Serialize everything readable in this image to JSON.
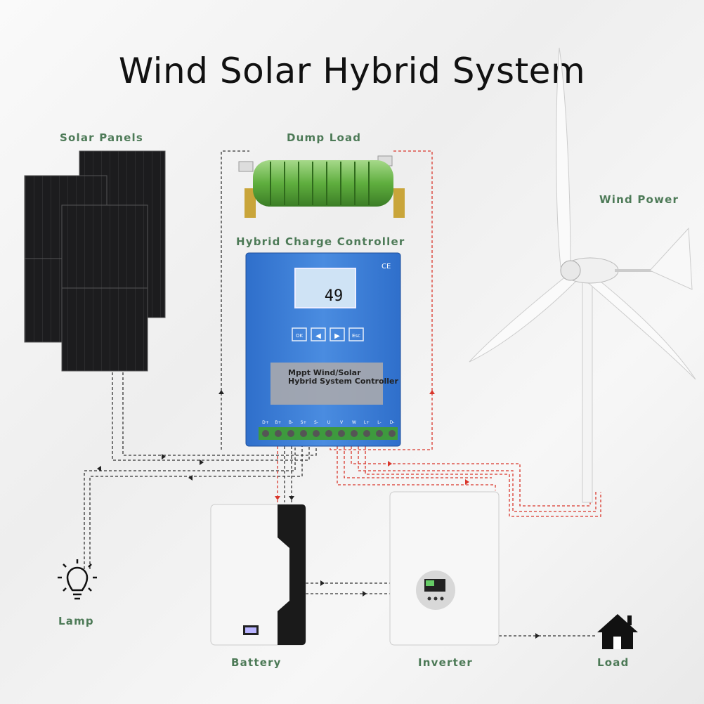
{
  "title": "Wind Solar Hybrid System",
  "labels": {
    "solar_panels": "Solar Panels",
    "dump_load": "Dump Load",
    "wind_power": "Wind Power",
    "controller": "Hybrid Charge Controller",
    "lamp": "Lamp",
    "battery": "Battery",
    "inverter": "Inverter",
    "load": "Load"
  },
  "controller": {
    "display_value": "49",
    "buttons": [
      "OK",
      "◀",
      "▶",
      "Esc"
    ],
    "product_name_line1": "Mppt Wind/Solar",
    "product_name_line2": "Hybrid System Controller",
    "terminals": [
      "D+",
      "B+",
      "B-",
      "S+",
      "S-",
      "U",
      "V",
      "W",
      "L+",
      "L-",
      "D-"
    ],
    "mark": "CE"
  },
  "colors": {
    "label_green": "#4d7a57",
    "wire_black": "#333333",
    "wire_red": "#d9362b",
    "controller_blue": "#3d7fd6"
  }
}
